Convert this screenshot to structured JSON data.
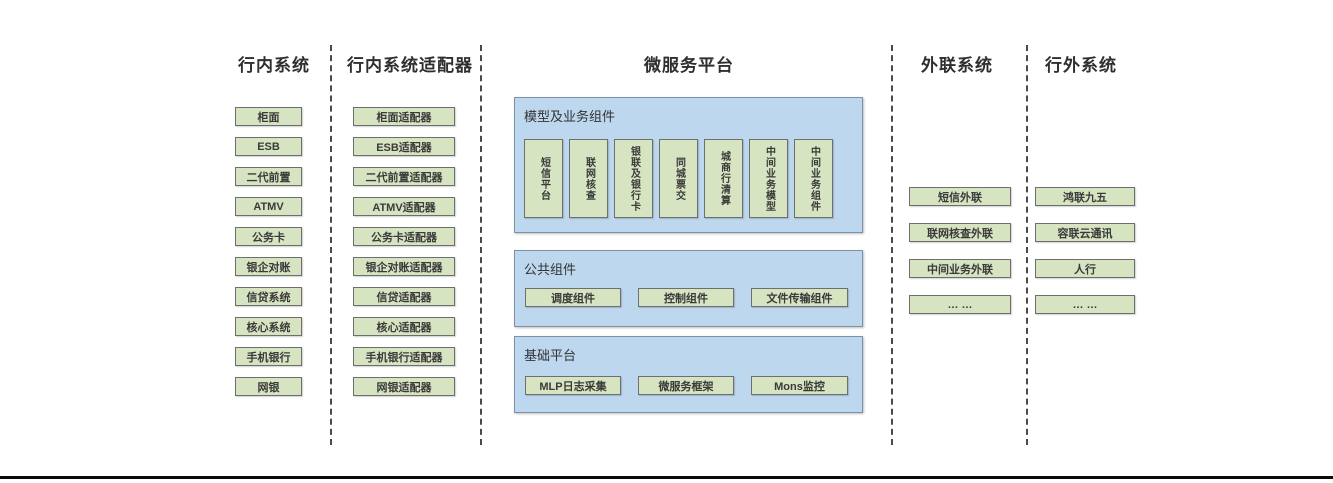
{
  "colors": {
    "box_green_fill": "#d6e4c1",
    "box_green_border": "#6e6e6e",
    "panel_blue_fill": "#bdd7ee",
    "panel_blue_border": "#7d90a4",
    "separator": "#4a4a4a",
    "bottom_rule": "#0a0a0a",
    "text": "#333333"
  },
  "col_internal": {
    "title": "行内系统",
    "items": [
      "柜面",
      "ESB",
      "二代前置",
      "ATMV",
      "公务卡",
      "银企对账",
      "信贷系统",
      "核心系统",
      "手机银行",
      "网银"
    ]
  },
  "col_adapters": {
    "title": "行内系统适配器",
    "items": [
      "柜面适配器",
      "ESB适配器",
      "二代前置适配器",
      "ATMV适配器",
      "公务卡适配器",
      "银企对账适配器",
      "信贷适配器",
      "核心适配器",
      "手机银行适配器",
      "网银适配器"
    ]
  },
  "platform": {
    "title": "微服务平台",
    "model_section": {
      "label": "模型及业务组件",
      "items": [
        "短信平台",
        "联网核查",
        "银联及银行卡",
        "同城票交",
        "城商行清算",
        "中间业务模型",
        "中间业务组件"
      ]
    },
    "common_section": {
      "label": "公共组件",
      "items": [
        "调度组件",
        "控制组件",
        "文件传输组件"
      ]
    },
    "base_section": {
      "label": "基础平台",
      "items": [
        "MLP日志采集",
        "微服务框架",
        "Mons监控"
      ]
    }
  },
  "col_outreach": {
    "title": "外联系统",
    "items": [
      "短信外联",
      "联网核查外联",
      "中间业务外联",
      "… …"
    ]
  },
  "col_external": {
    "title": "行外系统",
    "items": [
      "鸿联九五",
      "容联云通讯",
      "人行",
      "… …"
    ]
  }
}
